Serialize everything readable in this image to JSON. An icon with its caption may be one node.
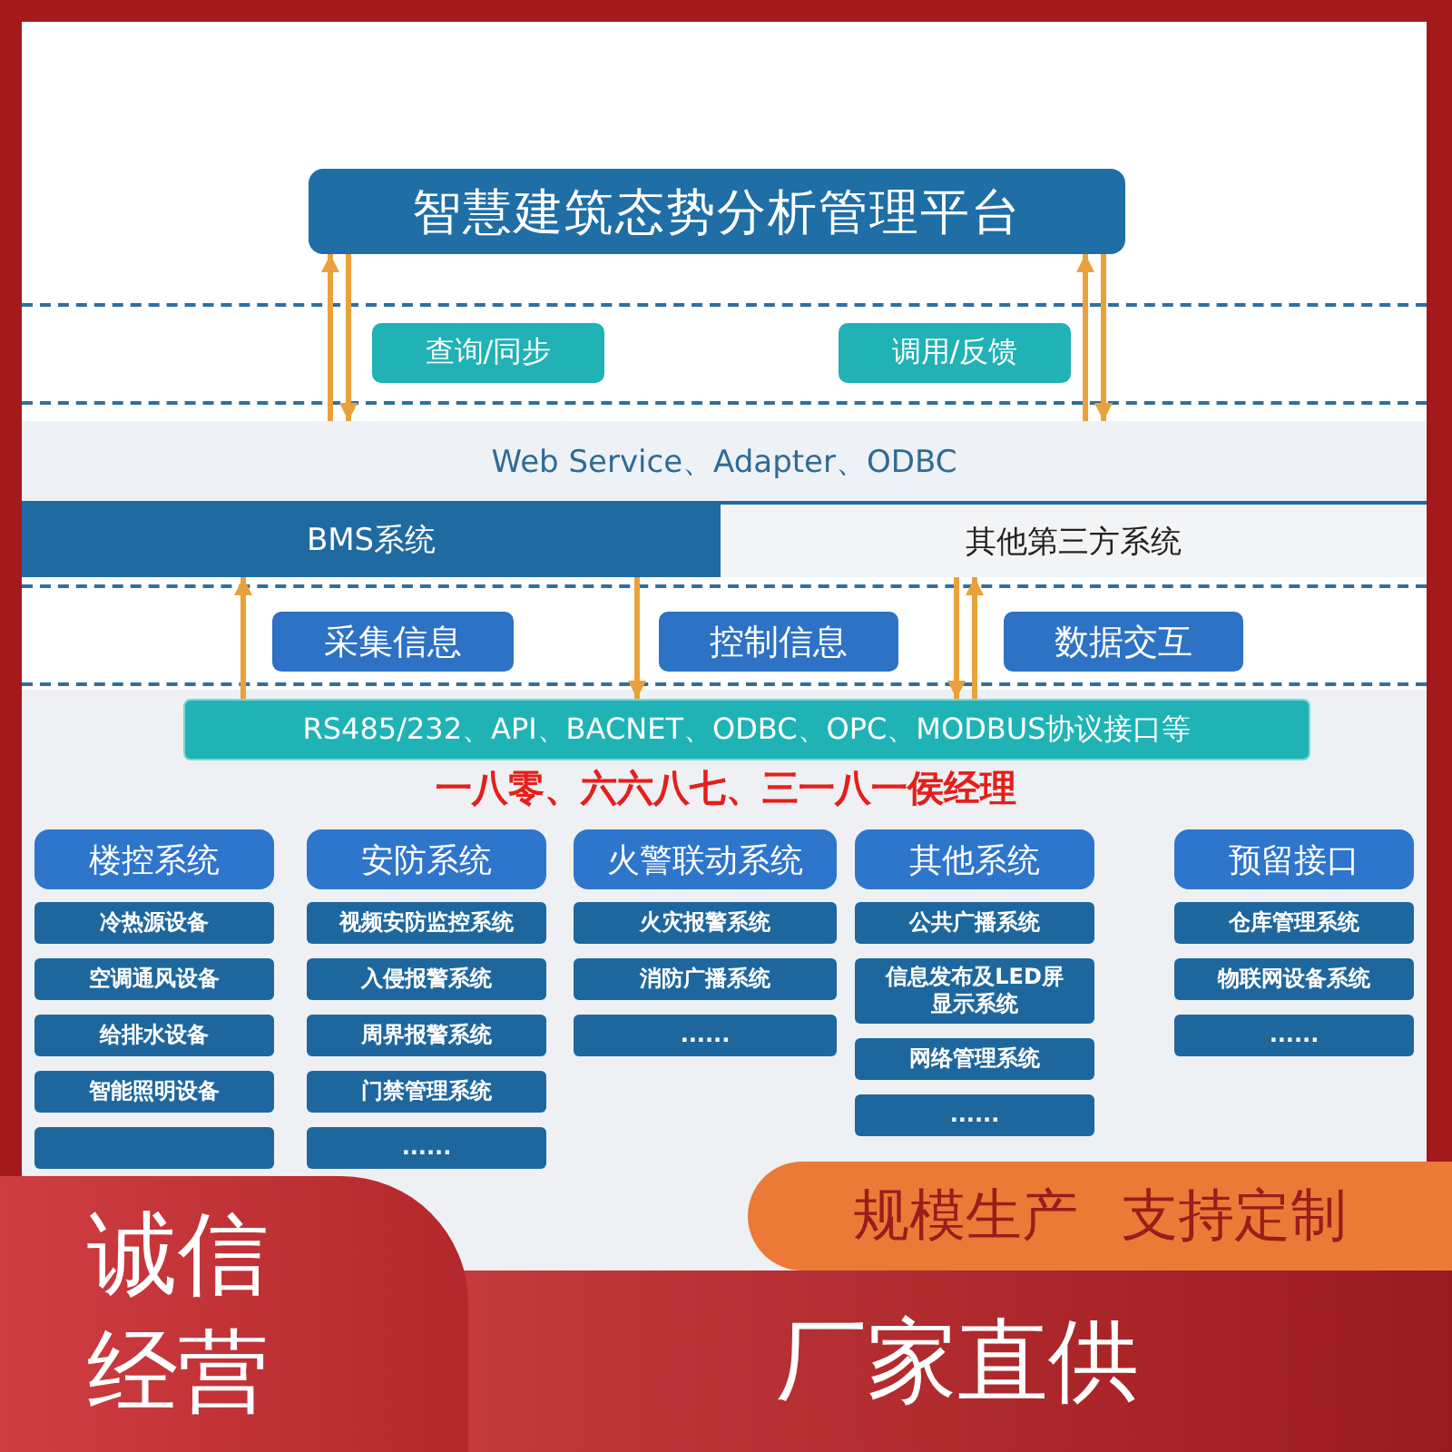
{
  "diagram": {
    "nodes": [
      {
        "text": [
          "智慧建筑态势分析管理平台"
        ]
      },
      {
        "text": [
          "查询/同步"
        ]
      },
      {
        "text": [
          "调用/反馈"
        ]
      },
      {
        "text": [
          "Web Service、Adapter、ODBC"
        ]
      },
      {
        "text": [
          "BMS系统"
        ]
      },
      {
        "text": [
          "其他第三方系统"
        ]
      },
      {
        "text": [
          "采集信息"
        ]
      },
      {
        "text": [
          "控制信息"
        ]
      },
      {
        "text": [
          "数据交互"
        ]
      },
      {
        "text": [
          "RS485/232、API、BACNET、ODBC、OPC、MODBUS协议接口等"
        ]
      },
      {
        "text": [
          "楼控系统"
        ]
      },
      {
        "text": [
          "冷热源设备"
        ]
      },
      {
        "text": [
          "空调通风设备"
        ]
      },
      {
        "text": [
          "给排水设备"
        ]
      },
      {
        "text": [
          "智能照明设备"
        ]
      },
      {
        "text": [],
        "shape": "box"
      },
      {
        "text": [
          "安防系统"
        ]
      },
      {
        "text": [
          "视频安防监控系统"
        ]
      },
      {
        "text": [
          "入侵报警系统"
        ]
      },
      {
        "text": [
          "周界报警系统"
        ]
      },
      {
        "text": [
          "门禁管理系统"
        ]
      },
      {
        "text": [
          "......"
        ]
      },
      {
        "text": [
          "火警联动系统"
        ]
      },
      {
        "text": [
          "火灾报警系统"
        ]
      },
      {
        "text": [
          "消防广播系统"
        ]
      },
      {
        "text": [
          "......"
        ]
      },
      {
        "text": [
          "其他系统"
        ]
      },
      {
        "text": [
          "公共广播系统"
        ]
      },
      {
        "text": [
          "信息发布及LED屏显示系统"
        ]
      },
      {
        "text": [
          "网络管理系统"
        ]
      },
      {
        "text": [
          "......"
        ]
      },
      {
        "text": [
          "预留接口"
        ]
      },
      {
        "text": [
          "仓库管理系统"
        ]
      },
      {
        "text": [
          "物联网设备系统"
        ]
      },
      {
        "text": [
          "......"
        ]
      },
      {
        "text": [
          "诚信经营"
        ]
      },
      {
        "text": [
          "规模生产 支持定制"
        ]
      },
      {
        "text": [
          "厂家直供"
        ]
      }
    ],
    "edges": [
      {
        "from": 3,
        "to": 0,
        "arrow": "to"
      },
      {
        "from": 0,
        "to": 3,
        "arrow": "to"
      },
      {
        "from": 3,
        "to": 0,
        "arrow": "to"
      },
      {
        "from": 0,
        "to": 3,
        "arrow": "to"
      },
      {
        "from": 9,
        "to": 4,
        "arrow": "to"
      },
      {
        "from": 4,
        "to": 9,
        "arrow": "to"
      },
      {
        "from": 5,
        "to": 9,
        "arrow": "to"
      },
      {
        "from": 9,
        "to": 5,
        "arrow": "to"
      }
    ],
    "labels": [
      "一八零、六六八七、三一八一侯经理"
    ]
  }
}
